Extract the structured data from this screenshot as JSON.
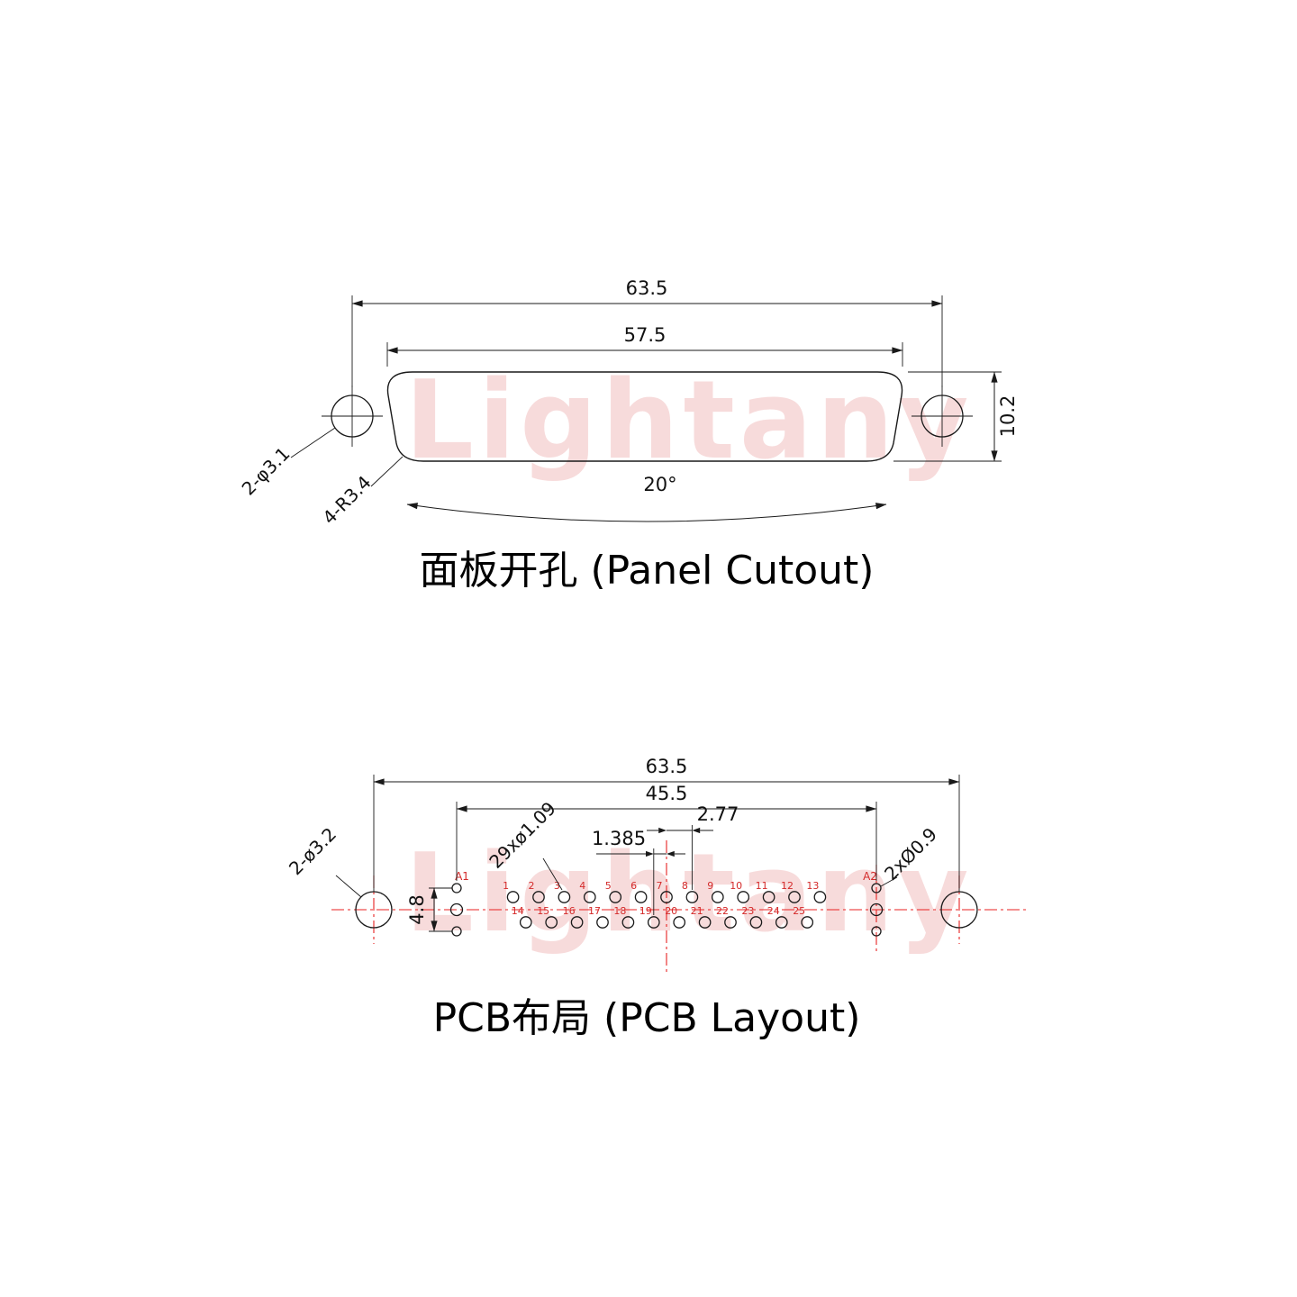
{
  "watermark": {
    "text": "Lightany"
  },
  "panel_cutout": {
    "title": "面板开孔 (Panel Cutout)",
    "dim_overall_width": "63.5",
    "dim_cutout_width": "57.5",
    "dim_height": "10.2",
    "dim_angle": "20°",
    "label_mount_holes": "2-φ3.1",
    "label_corner_radius": "4-R3.4"
  },
  "pcb_layout": {
    "title": "PCB布局 (PCB Layout)",
    "dim_overall_width": "63.5",
    "dim_pin_span": "45.5",
    "dim_pitch": "2.77",
    "dim_half_pitch": "1.385",
    "dim_shield_spacing": "4.8",
    "label_pin_holes": "29xø1.09",
    "label_mount_holes": "2-ø3.2",
    "label_shield_holes": "2xØ0.9",
    "coax_pins": [
      "A1",
      "A2"
    ],
    "pins_top": [
      "1",
      "2",
      "3",
      "4",
      "5",
      "6",
      "7",
      "8",
      "9",
      "10",
      "11",
      "12",
      "13"
    ],
    "pins_bottom": [
      "14",
      "15",
      "16",
      "17",
      "18",
      "19",
      "20",
      "21",
      "22",
      "23",
      "24",
      "25"
    ]
  }
}
